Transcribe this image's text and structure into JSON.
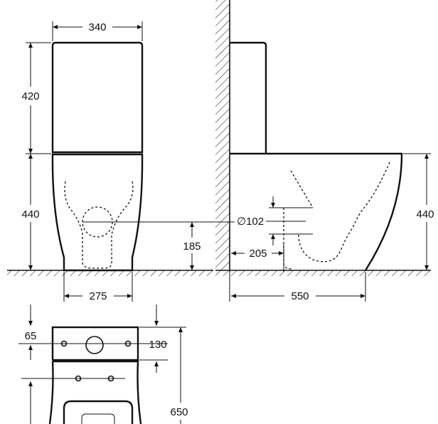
{
  "dimensions": {
    "tank_width": "340",
    "tank_height": "420",
    "bowl_height": "440",
    "outlet_center_height": "185",
    "outlet_diameter": "∅102",
    "outlet_wall_distance": "205",
    "bowl_height_side": "440",
    "base_width": "275",
    "total_depth": "550",
    "top_holes_offset": "65",
    "top_holes_distance": "130",
    "plan_depth": "650"
  }
}
